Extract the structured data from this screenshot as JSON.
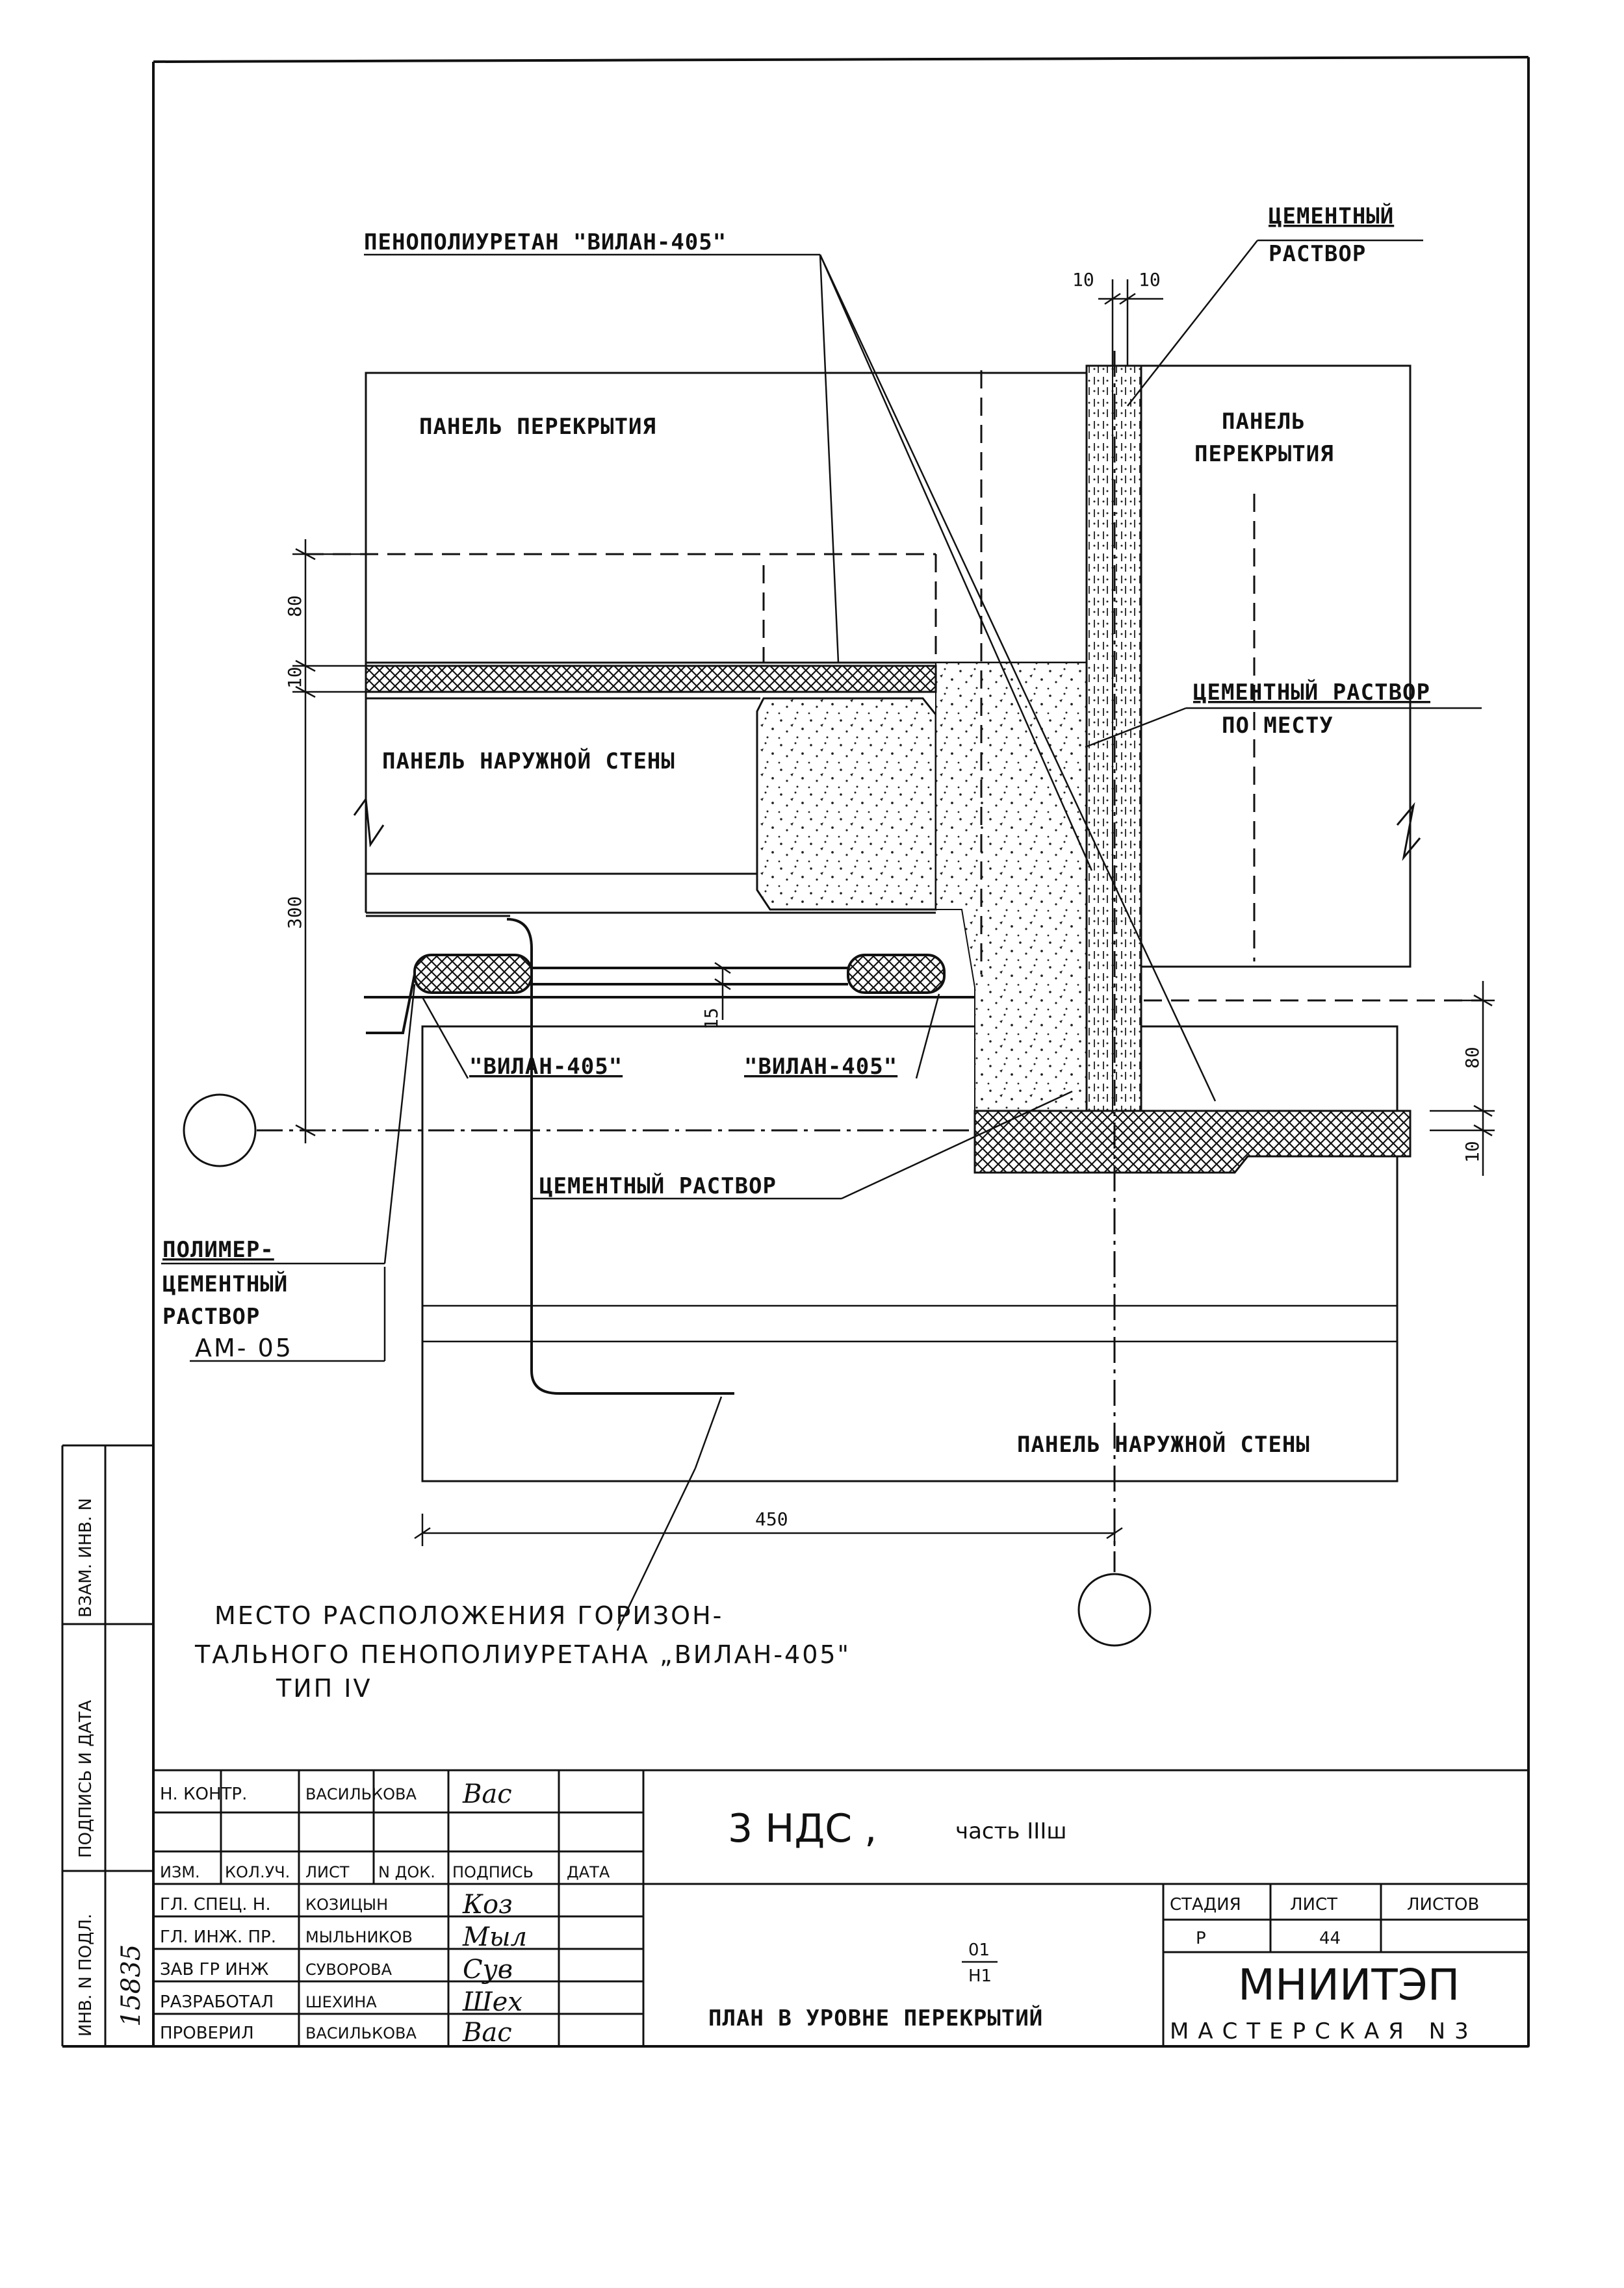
{
  "drawing": {
    "callouts": {
      "penopoliuretan_top": "ПЕНОПОЛИУРЕТАН \"ВИЛАН-405\"",
      "cement_top_line1": "ЦЕМЕНТНЫЙ",
      "cement_top_line2": "РАСТВОР",
      "cement_local_line1": "ЦЕМЕНТНЫЙ РАСТВОР",
      "cement_local_line2": "ПО МЕСТУ",
      "vilan_left": "\"ВИЛАН-405\"",
      "vilan_right": "\"ВИЛАН-405\"",
      "cement_mid": "ЦЕМЕНТНЫЙ РАСТВОР",
      "polymer_line1": "ПОЛИМЕР-",
      "polymer_line2": "ЦЕМЕНТНЫЙ",
      "polymer_line3": "РАСТВОР",
      "polymer_grade": "АМ- 05",
      "note_line1": "МЕСТО РАСПОЛОЖЕНИЯ ГОРИЗОН-",
      "note_line2": "ТАЛЬНОГО ПЕНОПОЛИУРЕТАНА „ВИЛАН-405\"",
      "note_line3": "ТИП IV"
    },
    "panels": {
      "slab_left": "ПАНЕЛЬ ПЕРЕКРЫТИЯ",
      "slab_right_line1": "ПАНЕЛЬ",
      "slab_right_line2": "ПЕРЕКРЫТИЯ",
      "wall_left": "ПАНЕЛЬ НАРУЖНОЙ СТЕНЫ",
      "wall_bottom": "ПАНЕЛЬ НАРУЖНОЙ СТЕНЫ"
    },
    "dimensions": {
      "top_10a": "10",
      "top_10b": "10",
      "left_80": "80",
      "left_10": "10",
      "left_300": "300",
      "mid_15": "15",
      "right_80": "80",
      "right_10": "10",
      "bottom_450": "450"
    }
  },
  "side_stamp": {
    "vzam_inv": "ВЗАМ. ИНВ. N",
    "podpis_data": "ПОДПИСЬ И ДАТА",
    "inv_podl": "ИНВ. N ПОДЛ.",
    "inv_number": "15835"
  },
  "title_block": {
    "header_cols": [
      "ИЗМ.",
      "КОЛ.УЧ.",
      "ЛИСТ",
      "N ДОК.",
      "ПОДПИСЬ",
      "ДАТА"
    ],
    "rows": [
      {
        "role": "Н. КОНТР.",
        "name": "ВАСИЛЬКОВА",
        "sig": "Вас"
      },
      {
        "role": "ГЛ. СПЕЦ. Н.",
        "name": "КОЗИЦЫН",
        "sig": "Коз"
      },
      {
        "role": "ГЛ. ИНЖ. ПР.",
        "name": "МЫЛЬНИКОВ",
        "sig": "Мыл"
      },
      {
        "role": "ЗАВ ГР ИНЖ",
        "name": "СУВОРОВА",
        "sig": "Сув"
      },
      {
        "role": "РАЗРАБОТАЛ",
        "name": "ШЕХИНА",
        "sig": "Шех"
      },
      {
        "role": "ПРОВЕРИЛ",
        "name": "ВАСИЛЬКОВА",
        "sig": "Вас"
      }
    ],
    "project": "3 НДС ,",
    "project_part": "часть IIIш",
    "code_top": "01",
    "code_bottom": "Н1",
    "sheet_title": "ПЛАН В УРОВНЕ ПЕРЕКРЫТИЙ",
    "stage_label": "СТАДИЯ",
    "sheet_label": "ЛИСТ",
    "sheets_label": "ЛИСТОВ",
    "stage_value": "Р",
    "sheet_value": "44",
    "sheets_value": "",
    "org_name": "МНИИТЭП",
    "org_unit": "МАСТЕРСКАЯ N3"
  }
}
